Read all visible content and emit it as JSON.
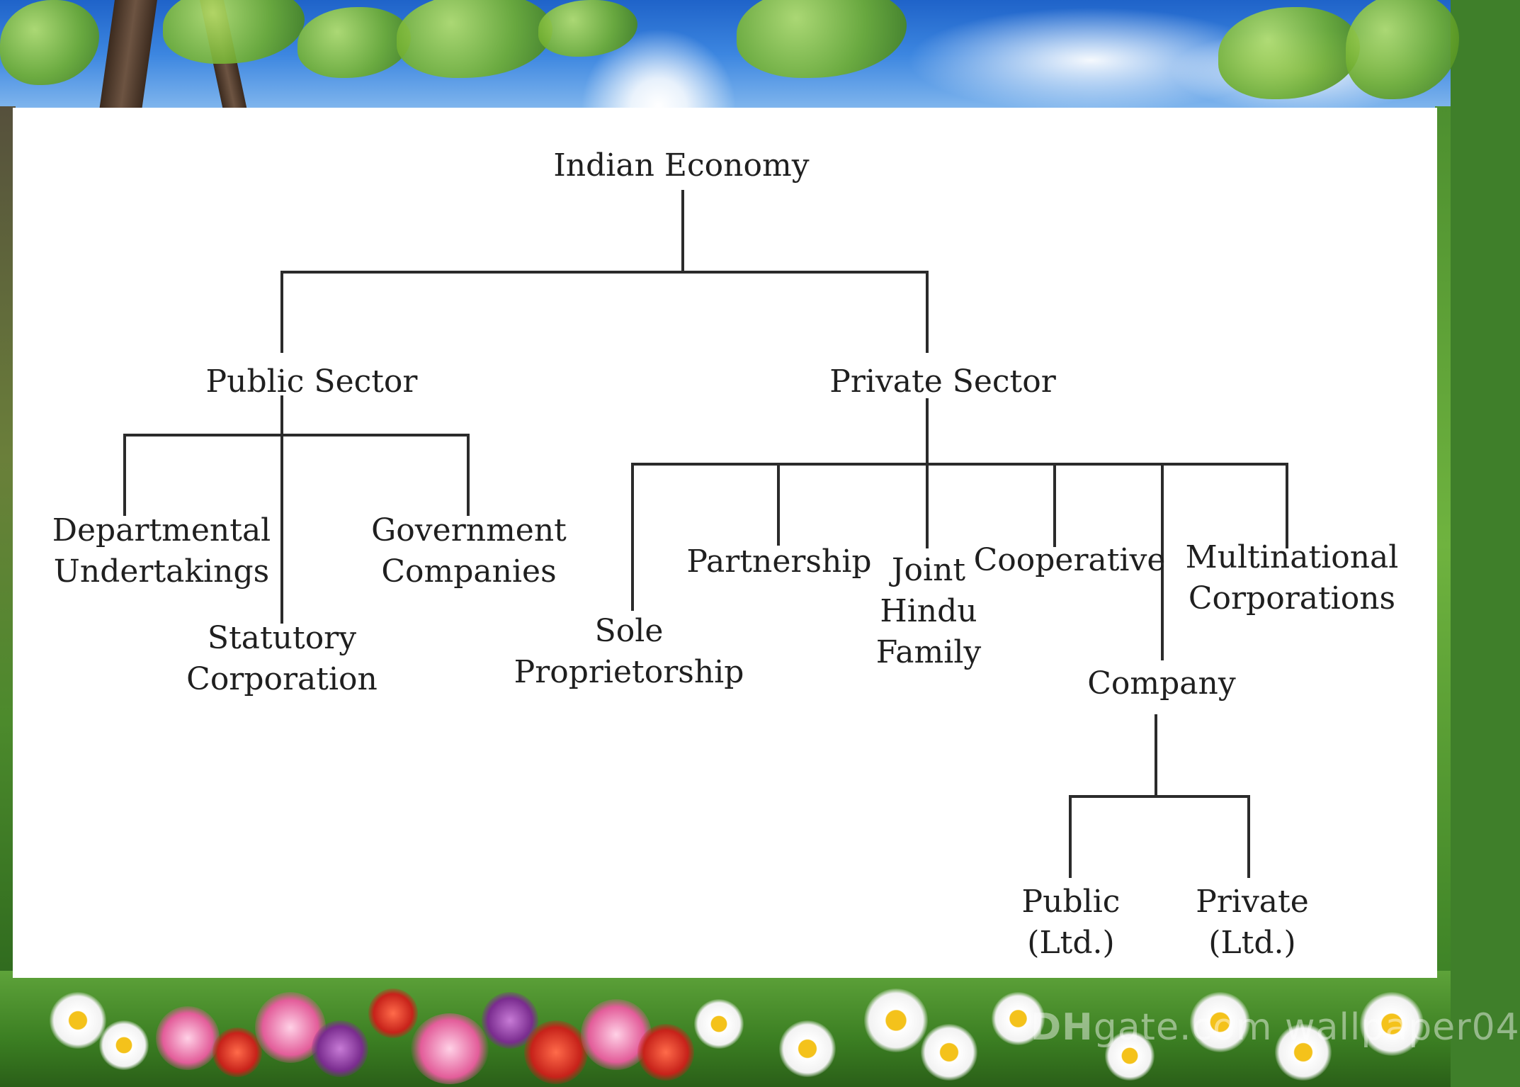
{
  "tree": {
    "root": "Indian Economy",
    "public_sector": {
      "label": "Public Sector",
      "departmental": [
        "Departmental",
        "Undertakings"
      ],
      "statutory": [
        "Statutory",
        "Corporation"
      ],
      "government": [
        "Government",
        "Companies"
      ]
    },
    "private_sector": {
      "label": "Private Sector",
      "sole": [
        "Sole",
        "Proprietorship"
      ],
      "partnership": [
        "Partnership"
      ],
      "joint_hindu": [
        "Joint",
        "Hindu",
        "Family"
      ],
      "cooperative": [
        "Cooperative"
      ],
      "company": {
        "label": "Company",
        "public": [
          "Public",
          "(Ltd.)"
        ],
        "private": [
          "Private",
          "(Ltd.)"
        ]
      },
      "multinational": [
        "Multinational",
        "Corporations"
      ]
    }
  },
  "watermark": {
    "brand": "DH",
    "text": "gate.com wallpaper04"
  },
  "colors": {
    "line": "#2b2b2b",
    "text": "#1f1f1f",
    "panel": "#ffffff"
  }
}
